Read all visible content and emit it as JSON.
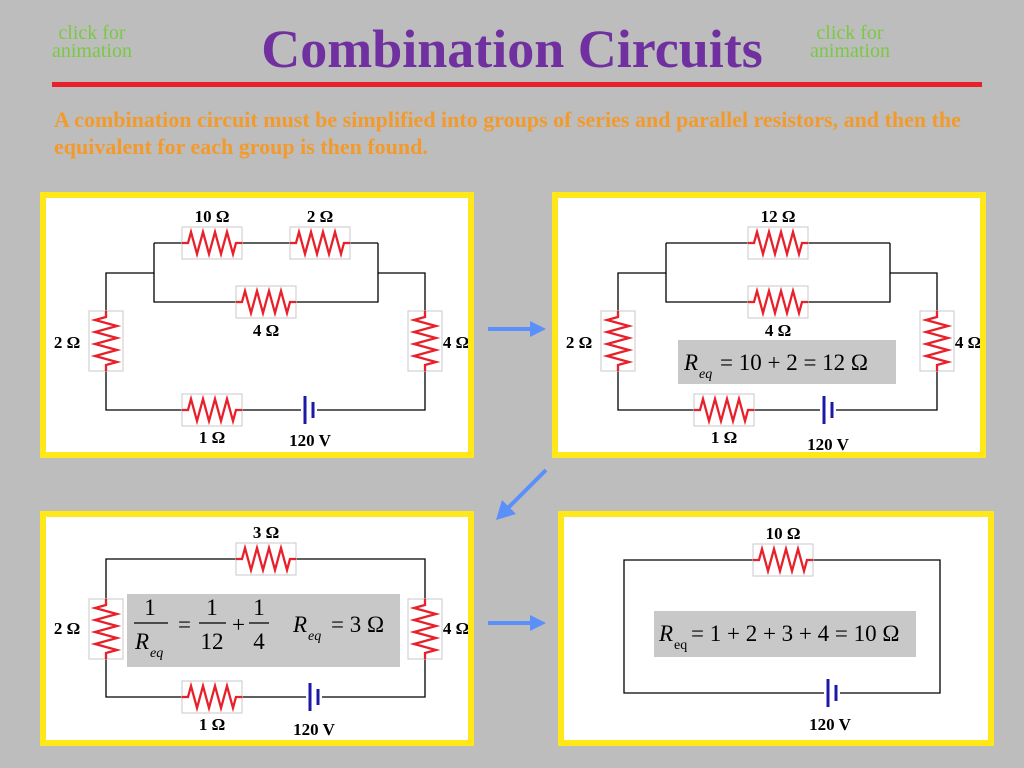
{
  "header": {
    "animation_link_left": [
      "click for",
      "animation"
    ],
    "animation_link_right": [
      "click for",
      "animation"
    ],
    "title": "Combination Circuits",
    "intro": "A combination circuit must be simplified into groups of series and parallel resistors, and then the equivalent for each group is then found."
  },
  "colors": {
    "background": "#bdbdbd",
    "title": "#7030a0",
    "rule": "#e8202a",
    "intro": "#f39a2c",
    "link": "#7ac943",
    "panel_border": "#ffe81a",
    "resistor": "#e8202a",
    "battery": "#1a1aa6",
    "arrow": "#5b8ff9",
    "equation_box": "#c8c8c8"
  },
  "panel1": {
    "r_top_left": "10 Ω",
    "r_top_right": "2 Ω",
    "r_middle": "4 Ω",
    "r_left": "2 Ω",
    "r_right": "4 Ω",
    "r_bottom": "1 Ω",
    "battery": "120 V"
  },
  "panel2": {
    "r_top": "12 Ω",
    "r_middle": "4 Ω",
    "r_left": "2 Ω",
    "r_right": "4 Ω",
    "r_bottom": "1 Ω",
    "battery": "120 V",
    "equation": {
      "r": "R",
      "sub": "eq",
      "rhs": "= 10 + 2 = 12 Ω"
    }
  },
  "panel3": {
    "r_top": "3 Ω",
    "r_left": "2 Ω",
    "r_right": "4 Ω",
    "r_bottom": "1 Ω",
    "battery": "120 V",
    "equation": {
      "one": "1",
      "r": "R",
      "sub": "eq",
      "equals": "=",
      "frac1_den": "12",
      "plus": "+",
      "frac2_den": "4",
      "result": "= 3 Ω"
    }
  },
  "panel4": {
    "r_top": "10 Ω",
    "battery": "120 V",
    "equation": {
      "r": "R",
      "sub": "eq",
      "rhs": "= 1 + 2 + 3 + 4 = 10 Ω"
    }
  },
  "icons": {
    "arrows": [
      "arrow-right",
      "arrow-down-left",
      "arrow-right"
    ]
  }
}
